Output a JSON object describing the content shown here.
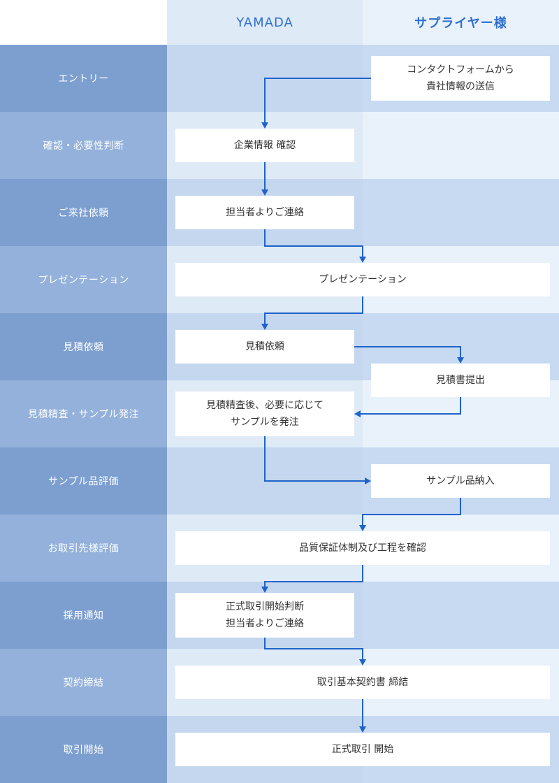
{
  "header": {
    "yamada": "YAMADA",
    "supplier": "サプライヤー様"
  },
  "stages": [
    "エントリー",
    "確認・必要性判断",
    "ご来社依頼",
    "プレゼンテーション",
    "見積依頼",
    "見積精査・サンプル発注",
    "サンプル品評価",
    "お取引先様評価",
    "採用通知",
    "契約締結",
    "取引開始"
  ],
  "steps": {
    "contact_form": [
      "コンタクトフォームから",
      "貴社情報の送信"
    ],
    "company_info_check": "企業情報 確認",
    "contact_from_staff_1": "担当者よりご連絡",
    "presentation": "プレゼンテーション",
    "quote_request": "見積依頼",
    "quote_submission": "見積書提出",
    "quote_review": [
      "見積精査後、必要に応じて",
      "サンプルを発注"
    ],
    "sample_delivery": "サンプル品納入",
    "quality_check": "品質保証体制及び工程を確認",
    "official_start_decision": [
      "正式取引開始判断",
      "担当者よりご連絡"
    ],
    "basic_contract": "取引基本契約書 締結",
    "official_start": "正式取引 開始"
  }
}
